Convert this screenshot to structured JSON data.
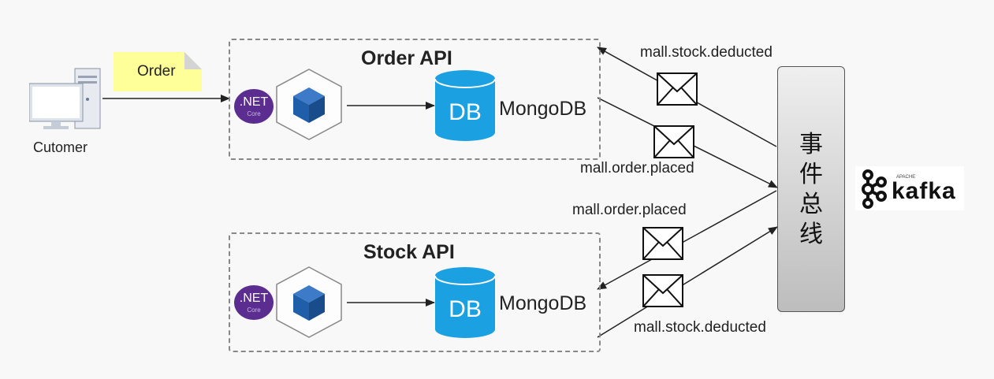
{
  "customer": {
    "label": "Cutomer"
  },
  "order_note": {
    "label": "Order"
  },
  "order_api": {
    "title": "Order API",
    "dotnet_badge": ".NET",
    "dotnet_sub": "Core",
    "db_text": "DB",
    "db_label": "MongoDB"
  },
  "stock_api": {
    "title": "Stock API",
    "dotnet_badge": ".NET",
    "dotnet_sub": "Core",
    "db_text": "DB",
    "db_label": "MongoDB"
  },
  "event_bus": {
    "chars": [
      "事",
      "件",
      "总",
      "线"
    ]
  },
  "kafka": {
    "name": "kafka",
    "tag": "APACHE"
  },
  "messages": {
    "top_stock_deducted": "mall.stock.deducted",
    "top_order_placed": "mall.order.placed",
    "bottom_order_placed": "mall.order.placed",
    "bottom_stock_deducted": "mall.stock.deducted"
  },
  "colors": {
    "net_purple": "#5c2d91",
    "cube_blue": "#1f5ea8",
    "db_cyan": "#1ba1e2",
    "note_yellow": "#ffff99",
    "bus_gray": "#c8c8c8"
  }
}
